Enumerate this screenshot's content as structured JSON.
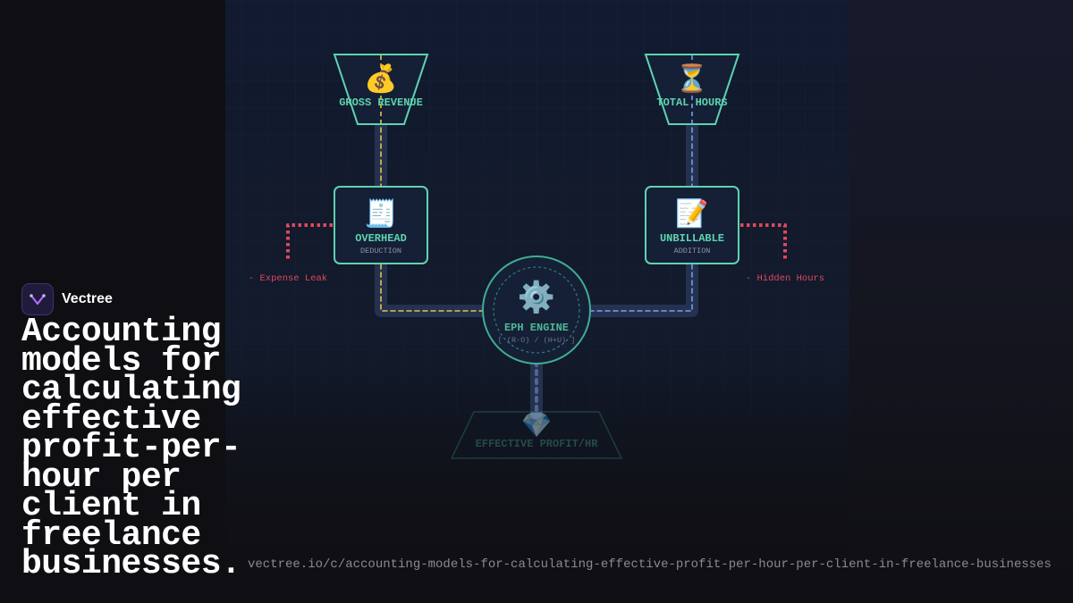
{
  "brand": {
    "name": "Vectree"
  },
  "headline": "Accounting models for calculating effective profit-per-hour per client in freelance businesses.",
  "url": "vectree.io/c/accounting-models-for-calculating-effective-profit-per-hour-per-client-in-freelance-businesses",
  "diagram": {
    "gross_revenue": {
      "icon": "money-bag-icon",
      "emoji": "💰",
      "label": "GROSS REVENUE"
    },
    "total_hours": {
      "icon": "hourglass-icon",
      "emoji": "⏳",
      "label": "TOTAL HOURS"
    },
    "overhead": {
      "icon": "receipt-icon",
      "emoji": "🧾",
      "label": "OVERHEAD",
      "sublabel": "DEDUCTION"
    },
    "unbillable": {
      "icon": "memo-icon",
      "emoji": "📝",
      "label": "UNBILLABLE",
      "sublabel": "ADDITION"
    },
    "expense_leak": "- Expense Leak",
    "hidden_hours": "- Hidden Hours",
    "engine": {
      "icon": "gear-icon",
      "emoji": "⚙️",
      "label": "EPH ENGINE",
      "formula": "[ (R-O) / (H+U) ]"
    },
    "output": {
      "icon": "gem-icon",
      "emoji": "💎",
      "label": "EFFECTIVE PROFIT/HR"
    }
  },
  "colors": {
    "teal": "#5ed3b0",
    "gold": "#e8c24a",
    "blue": "#7a9bf0",
    "red": "#e0485e",
    "pipe": "#24324f",
    "node_fill": "#152036"
  }
}
